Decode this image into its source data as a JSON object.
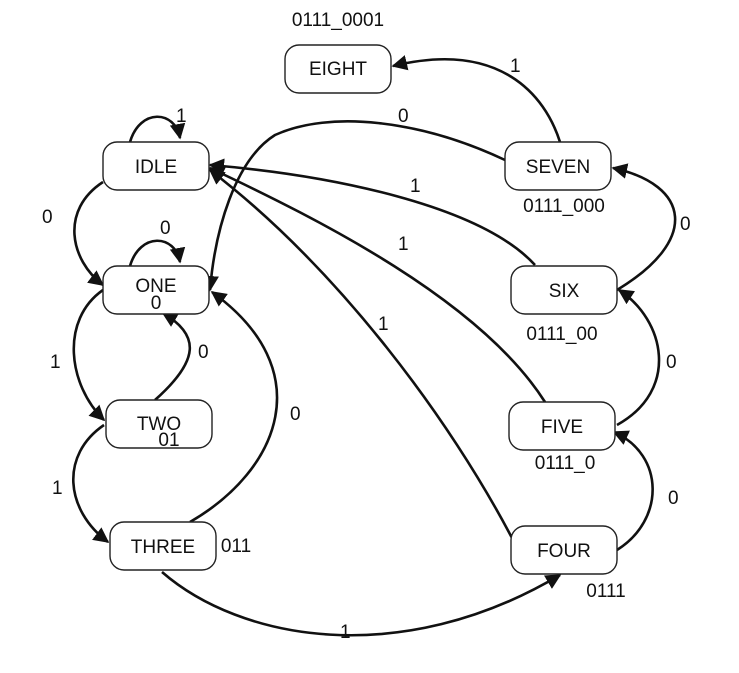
{
  "diagram": {
    "states": [
      {
        "id": "eight",
        "label": "EIGHT"
      },
      {
        "id": "idle",
        "label": "IDLE"
      },
      {
        "id": "seven",
        "label": "SEVEN"
      },
      {
        "id": "one",
        "label": "ONE"
      },
      {
        "id": "six",
        "label": "SIX"
      },
      {
        "id": "two",
        "label": "TWO"
      },
      {
        "id": "five",
        "label": "FIVE"
      },
      {
        "id": "three",
        "label": "THREE"
      },
      {
        "id": "four",
        "label": "FOUR"
      }
    ],
    "outputs": {
      "eight": "0111_0001",
      "seven": "0111_000",
      "six": "0111_00",
      "five": "0111_0",
      "four": "0111",
      "three": "011",
      "two": "01",
      "one": "0"
    },
    "transitions": [
      {
        "from": "seven",
        "to": "eight",
        "label": "1"
      },
      {
        "from": "seven",
        "to": "one",
        "label": "0"
      },
      {
        "from": "idle",
        "to": "idle",
        "label": "1"
      },
      {
        "from": "idle",
        "to": "one",
        "label": "0"
      },
      {
        "from": "six",
        "to": "idle",
        "label": "1"
      },
      {
        "from": "six",
        "to": "seven",
        "label": "0"
      },
      {
        "from": "one",
        "to": "one",
        "label": "0"
      },
      {
        "from": "five",
        "to": "idle",
        "label": "1"
      },
      {
        "from": "four",
        "to": "idle",
        "label": "1"
      },
      {
        "from": "one",
        "to": "two",
        "label": "1"
      },
      {
        "from": "two",
        "to": "one",
        "label": "0"
      },
      {
        "from": "five",
        "to": "six",
        "label": "0"
      },
      {
        "from": "three",
        "to": "one",
        "label": "0"
      },
      {
        "from": "two",
        "to": "three",
        "label": "1"
      },
      {
        "from": "four",
        "to": "five",
        "label": "0"
      },
      {
        "from": "three",
        "to": "four",
        "label": "1"
      }
    ]
  }
}
